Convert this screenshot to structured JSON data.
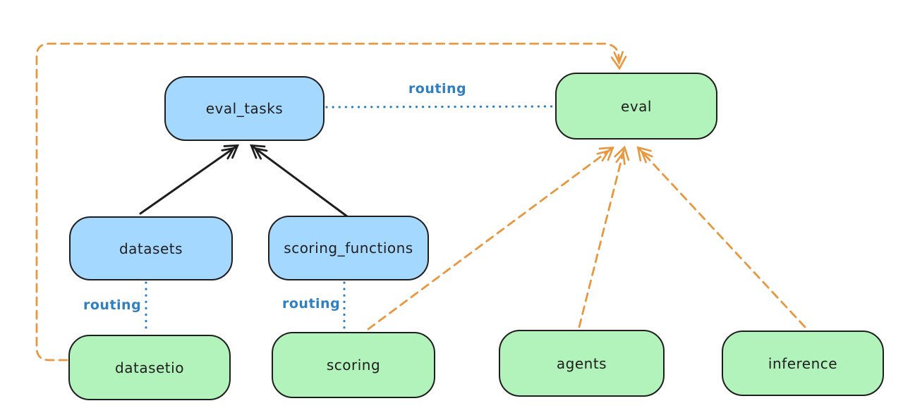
{
  "diagram": {
    "nodes": [
      {
        "id": "eval_tasks",
        "label": "eval_tasks",
        "fill": "#a5d8ff"
      },
      {
        "id": "eval",
        "label": "eval",
        "fill": "#b2f2bb"
      },
      {
        "id": "datasets",
        "label": "datasets",
        "fill": "#a5d8ff"
      },
      {
        "id": "scoring_functions",
        "label": "scoring_functions",
        "fill": "#a5d8ff"
      },
      {
        "id": "datasetio",
        "label": "datasetio",
        "fill": "#b2f2bb"
      },
      {
        "id": "scoring",
        "label": "scoring",
        "fill": "#b2f2bb"
      },
      {
        "id": "agents",
        "label": "agents",
        "fill": "#b2f2bb"
      },
      {
        "id": "inference",
        "label": "inference",
        "fill": "#b2f2bb"
      }
    ],
    "edges": [
      {
        "from": "datasets",
        "to": "eval_tasks",
        "style": "solid-black-arrow",
        "label": ""
      },
      {
        "from": "scoring_functions",
        "to": "eval_tasks",
        "style": "solid-black-arrow",
        "label": ""
      },
      {
        "from": "eval_tasks",
        "to": "eval",
        "style": "dotted-blue",
        "label": "routing"
      },
      {
        "from": "datasets",
        "to": "datasetio",
        "style": "dotted-blue",
        "label": "routing"
      },
      {
        "from": "scoring_functions",
        "to": "scoring",
        "style": "dotted-blue",
        "label": "routing"
      },
      {
        "from": "datasetio",
        "to": "eval",
        "style": "dashed-orange-arrow",
        "label": ""
      },
      {
        "from": "scoring",
        "to": "eval",
        "style": "dashed-orange-arrow",
        "label": ""
      },
      {
        "from": "agents",
        "to": "eval",
        "style": "dashed-orange-arrow",
        "label": ""
      },
      {
        "from": "inference",
        "to": "eval",
        "style": "dashed-orange-arrow",
        "label": ""
      }
    ],
    "colors": {
      "node_blue": "#a5d8ff",
      "node_green": "#b2f2bb",
      "stroke_black": "#1e1e1e",
      "routing_blue": "#2f80c2",
      "provider_orange": "#e8973f",
      "background": "#ffffff"
    }
  }
}
